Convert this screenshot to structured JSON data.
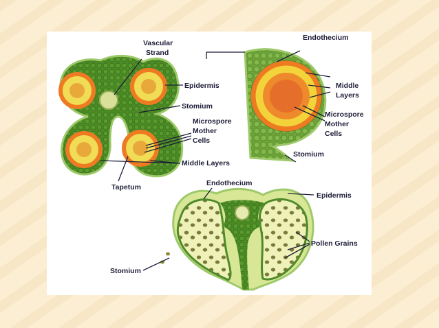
{
  "colors": {
    "background": "#fbeed2",
    "panel": "#ffffff",
    "tissue_dark_green": "#3f7f1e",
    "tissue_light": "#e8efad",
    "tapetum_orange": "#e8741e",
    "archesporial_yellow": "#f2d33a",
    "label_text": "#1d1d38"
  },
  "labels": {
    "vascular_strand": [
      "Vascular",
      "Strand"
    ],
    "epidermis_top": "Epidermis",
    "stomium_top": "Stomium",
    "microspore_mother_cells_left": [
      "Microspore",
      "Mother",
      "Cells"
    ],
    "middle_layers_left": "Middle Layers",
    "tapetum": "Tapetum",
    "endothecium_right": "Endothecium",
    "middle_layers_right": [
      "Middle",
      "Layers"
    ],
    "microspore_mother_cells_right": [
      "Microspore",
      "Mother",
      "Cells"
    ],
    "stomium_right": "Stomium",
    "endothecium_bottom": "Endothecium",
    "epidermis_bottom": "Epidermis",
    "pollen_grains": "Pollen Grains",
    "stomium_bottom": "Stomium"
  }
}
